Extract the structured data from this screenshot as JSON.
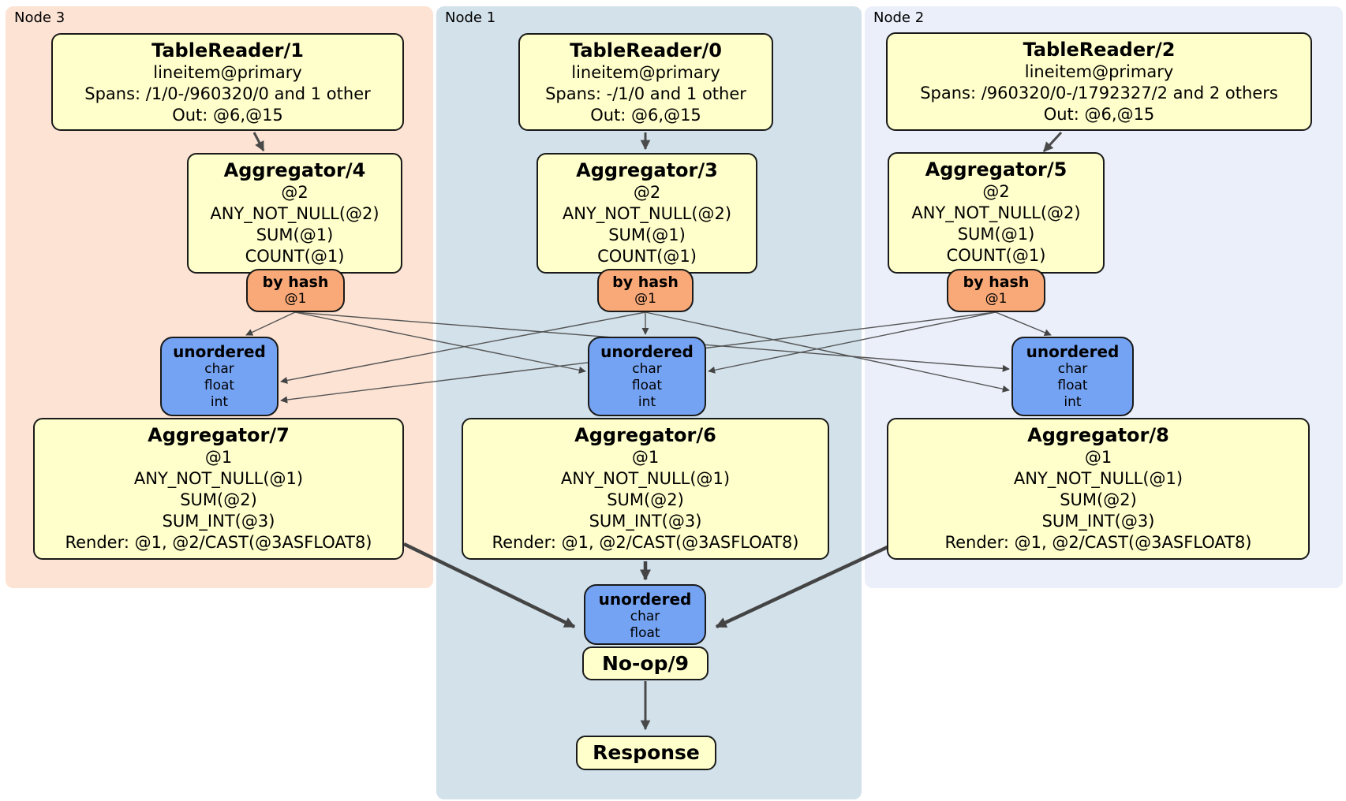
{
  "colors": {
    "panel_node3_bg": "#fce3d4",
    "panel_node1_bg": "#d2e1ea",
    "panel_node2_bg": "#eaeffa",
    "processor_box_bg": "#ffffcc",
    "router_box_bg": "#f9a978",
    "sync_box_bg": "#75a3f3",
    "box_border": "#1a1a1a",
    "edge_color": "#444444"
  },
  "nodes": {
    "node3": {
      "label": "Node 3"
    },
    "node1": {
      "label": "Node 1"
    },
    "node2": {
      "label": "Node 2"
    }
  },
  "processors": {
    "tr1": {
      "title": "TableReader/1",
      "lines": [
        "lineitem@primary",
        "Spans: /1/0-/960320/0 and 1 other",
        "Out: @6,@15"
      ]
    },
    "tr0": {
      "title": "TableReader/0",
      "lines": [
        "lineitem@primary",
        "Spans: -/1/0 and 1 other",
        "Out: @6,@15"
      ]
    },
    "tr2": {
      "title": "TableReader/2",
      "lines": [
        "lineitem@primary",
        "Spans: /960320/0-/1792327/2 and 2 others",
        "Out: @6,@15"
      ]
    },
    "agg4": {
      "title": "Aggregator/4",
      "lines": [
        "@2",
        "ANY_NOT_NULL(@2)",
        "SUM(@1)",
        "COUNT(@1)"
      ]
    },
    "agg3": {
      "title": "Aggregator/3",
      "lines": [
        "@2",
        "ANY_NOT_NULL(@2)",
        "SUM(@1)",
        "COUNT(@1)"
      ]
    },
    "agg5": {
      "title": "Aggregator/5",
      "lines": [
        "@2",
        "ANY_NOT_NULL(@2)",
        "SUM(@1)",
        "COUNT(@1)"
      ]
    },
    "agg7": {
      "title": "Aggregator/7",
      "lines": [
        "@1",
        "ANY_NOT_NULL(@1)",
        "SUM(@2)",
        "SUM_INT(@3)",
        "Render: @1, @2/CAST(@3ASFLOAT8)"
      ]
    },
    "agg6": {
      "title": "Aggregator/6",
      "lines": [
        "@1",
        "ANY_NOT_NULL(@1)",
        "SUM(@2)",
        "SUM_INT(@3)",
        "Render: @1, @2/CAST(@3ASFLOAT8)"
      ]
    },
    "agg8": {
      "title": "Aggregator/8",
      "lines": [
        "@1",
        "ANY_NOT_NULL(@1)",
        "SUM(@2)",
        "SUM_INT(@3)",
        "Render: @1, @2/CAST(@3ASFLOAT8)"
      ]
    },
    "noop": {
      "title": "No-op/9"
    },
    "response": {
      "title": "Response"
    }
  },
  "routers": {
    "hash3": {
      "title": "by hash",
      "detail": "@1"
    },
    "hash1": {
      "title": "by hash",
      "detail": "@1"
    },
    "hash2": {
      "title": "by hash",
      "detail": "@1"
    }
  },
  "syncs": {
    "sync3": {
      "title": "unordered",
      "lines": [
        "char",
        "float",
        "int"
      ]
    },
    "sync1": {
      "title": "unordered",
      "lines": [
        "char",
        "float",
        "int"
      ]
    },
    "sync2": {
      "title": "unordered",
      "lines": [
        "char",
        "float",
        "int"
      ]
    },
    "sync_final": {
      "title": "unordered",
      "lines": [
        "char",
        "float"
      ]
    }
  }
}
